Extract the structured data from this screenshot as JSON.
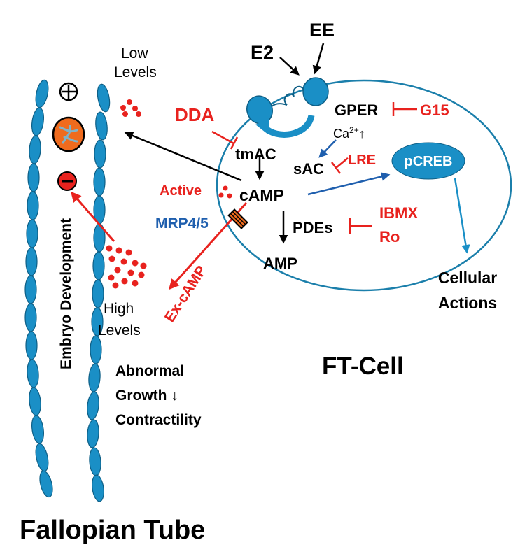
{
  "colors": {
    "blue": "#1a8fc6",
    "cell_outline": "#1b7fab",
    "red": "#e8221e",
    "dark_blue": "#1f5fae",
    "orange": "#ef6b1e",
    "black": "#000000"
  },
  "labels": {
    "e2": "E2",
    "ee": "EE",
    "low_line1": "Low",
    "low_line2": "Levels",
    "dda": "DDA",
    "gper": "GPER",
    "g15": "G15",
    "ca": "Ca",
    "ca_sup": "2+",
    "ca_arrow": "↑",
    "tmac": "tmAC",
    "sac": "sAC",
    "lre": "LRE",
    "pcreb": "pCREB",
    "active": "Active",
    "camp": "cAMP",
    "mrp": "MRP4/5",
    "pdes": "PDEs",
    "ibmx": "IBMX",
    "ro": "Ro",
    "amp": "AMP",
    "ex_camp": "Ex-cAMP",
    "cellular_line1": "Cellular",
    "cellular_line2": "Actions",
    "high_line1": "High",
    "high_line2": "Levels",
    "embryo": "Embryo Development",
    "abnormal": "Abnormal",
    "growth": "Growth ↓",
    "contractility": "Contractility",
    "ft_cell": "FT-Cell",
    "fallopian": "Fallopian Tube",
    "plus_symbol": "⊕"
  }
}
